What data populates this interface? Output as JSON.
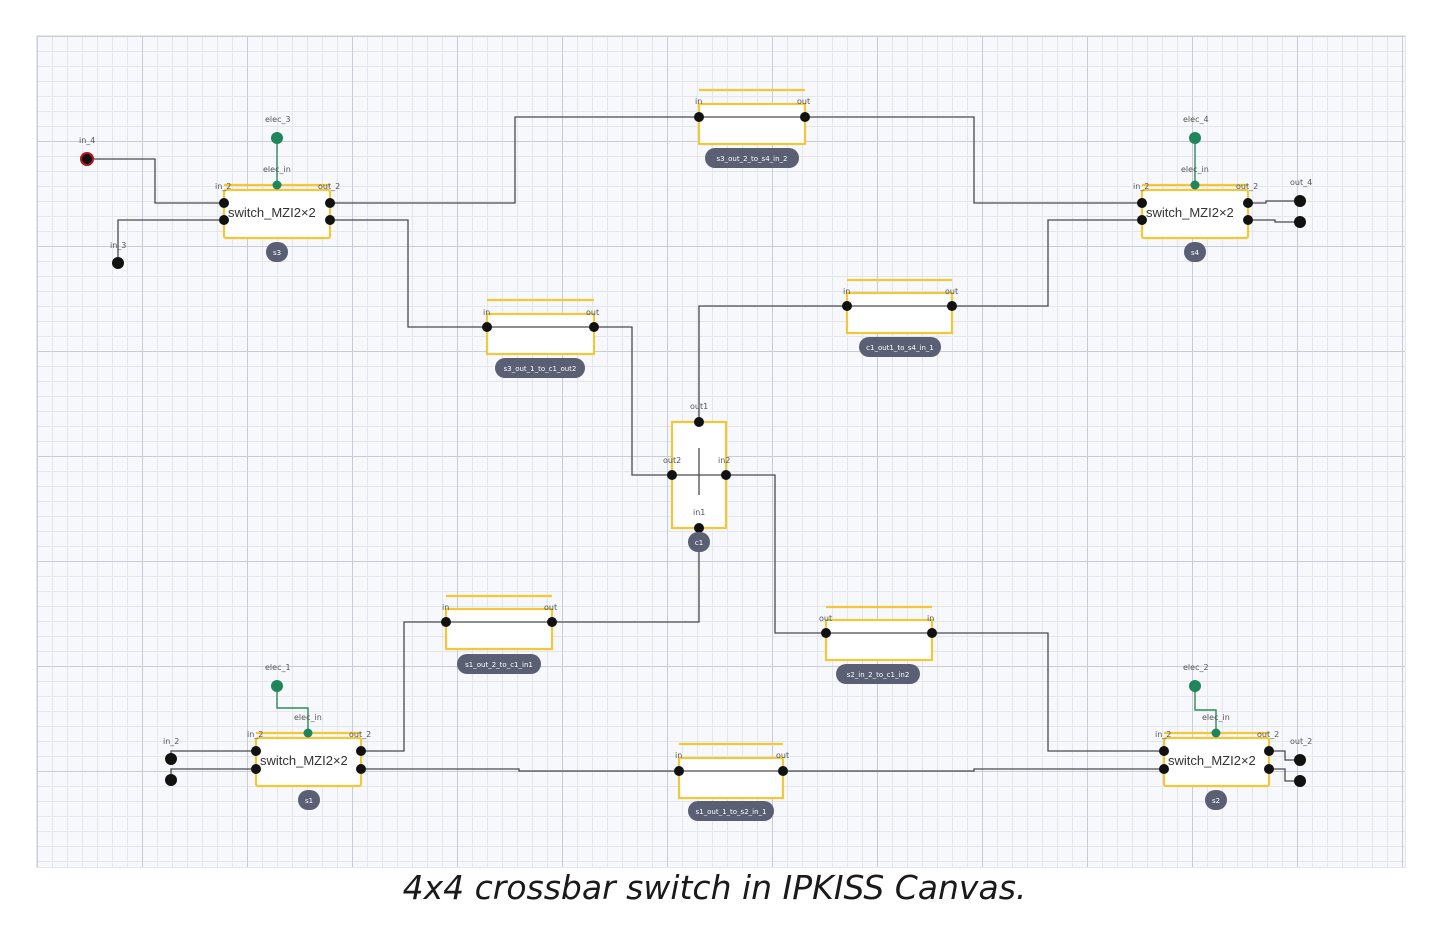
{
  "caption": "4x4 crossbar switch in IPKISS Canvas.",
  "switches": [
    {
      "id": "s3",
      "name": "switch_MZI2×2",
      "elec_pin": "elec_3",
      "elec_port": "elec_in",
      "in_label": "in_2",
      "out_label": "out_2"
    },
    {
      "id": "s4",
      "name": "switch_MZI2×2",
      "elec_pin": "elec_4",
      "elec_port": "elec_in",
      "in_label": "in_2",
      "out_label": "out_2"
    },
    {
      "id": "s1",
      "name": "switch_MZI2×2",
      "elec_pin": "elec_1",
      "elec_port": "elec_in",
      "in_label": "in_2",
      "out_label": "out_2"
    },
    {
      "id": "s2",
      "name": "switch_MZI2×2",
      "elec_pin": "elec_2",
      "elec_port": "elec_in",
      "in_label": "in_2",
      "out_label": "out_2"
    }
  ],
  "waveguides": [
    {
      "id": "s3_out_2_to_s4_in_2",
      "in": "in",
      "out": "out"
    },
    {
      "id": "c1_out1_to_s4_in_1",
      "in": "in",
      "out": "out"
    },
    {
      "id": "s3_out_1_to_c1_out2",
      "in": "in",
      "out": "out"
    },
    {
      "id": "s1_out_2_to_c1_in1",
      "in": "in",
      "out": "out"
    },
    {
      "id": "s2_in_2_to_c1_in2",
      "in": "out",
      "out": "in"
    },
    {
      "id": "s1_out_1_to_s2_in_1",
      "in": "in",
      "out": "out"
    }
  ],
  "crossing": {
    "id": "c1",
    "out1": "out1",
    "out2": "out2",
    "in1": "in1",
    "in2": "in2"
  },
  "pins": {
    "in_4": "in_4",
    "in_3": "in_3",
    "in_2": "in_2",
    "out_4": "out_4",
    "out_2": "out_2"
  },
  "colors": {
    "component_border": "#f2c83a",
    "port": "#111111",
    "elec_port": "#21855b",
    "tag": "#5b5f73",
    "wire": "#4a4a4a",
    "input_pin_highlight": "#b3141c"
  }
}
